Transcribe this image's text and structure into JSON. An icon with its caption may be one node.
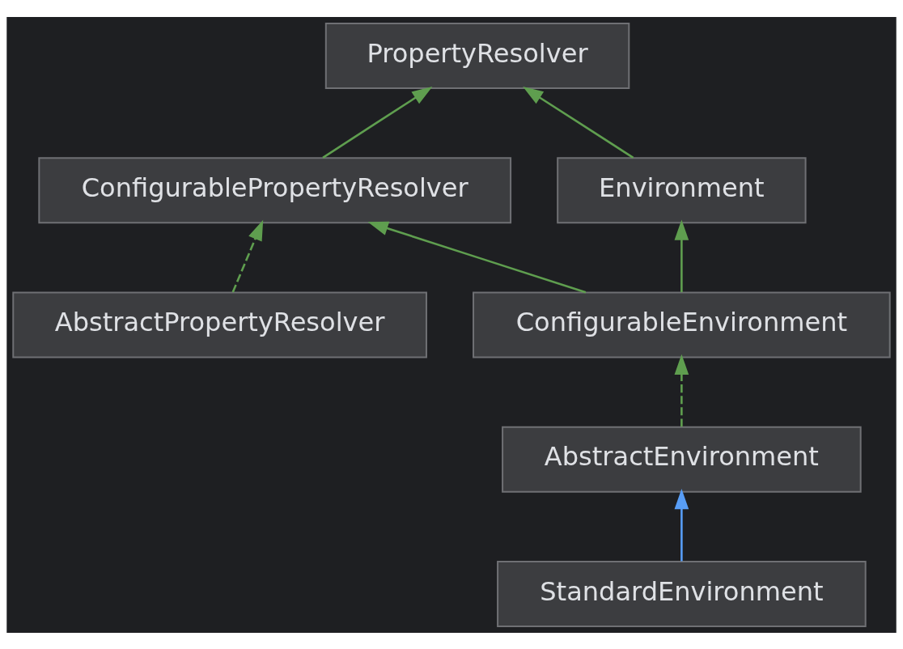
{
  "diagram": {
    "nodes": [
      {
        "text": [
          "PropertyResolver"
        ]
      },
      {
        "text": [
          "Environment"
        ]
      },
      {
        "text": [
          "ConfigurablePropertyResolver"
        ]
      },
      {
        "text": [
          "ConfigurableEnvironment"
        ]
      },
      {
        "text": [
          "AbstractPropertyResolver"
        ]
      },
      {
        "text": [
          "AbstractEnvironment"
        ]
      },
      {
        "text": [
          "StandardEnvironment"
        ]
      }
    ],
    "edges": [
      {
        "from": 1,
        "to": 0,
        "arrow": "to"
      },
      {
        "from": 2,
        "to": 0,
        "arrow": "to"
      },
      {
        "from": 3,
        "to": 1,
        "arrow": "to"
      },
      {
        "from": 3,
        "to": 2,
        "arrow": "to"
      },
      {
        "from": 4,
        "to": 2,
        "arrow": "to",
        "style": "dashed"
      },
      {
        "from": 5,
        "to": 3,
        "arrow": "to",
        "style": "dashed"
      },
      {
        "from": 6,
        "to": 5,
        "arrow": "to",
        "color": "#589df6"
      }
    ]
  }
}
